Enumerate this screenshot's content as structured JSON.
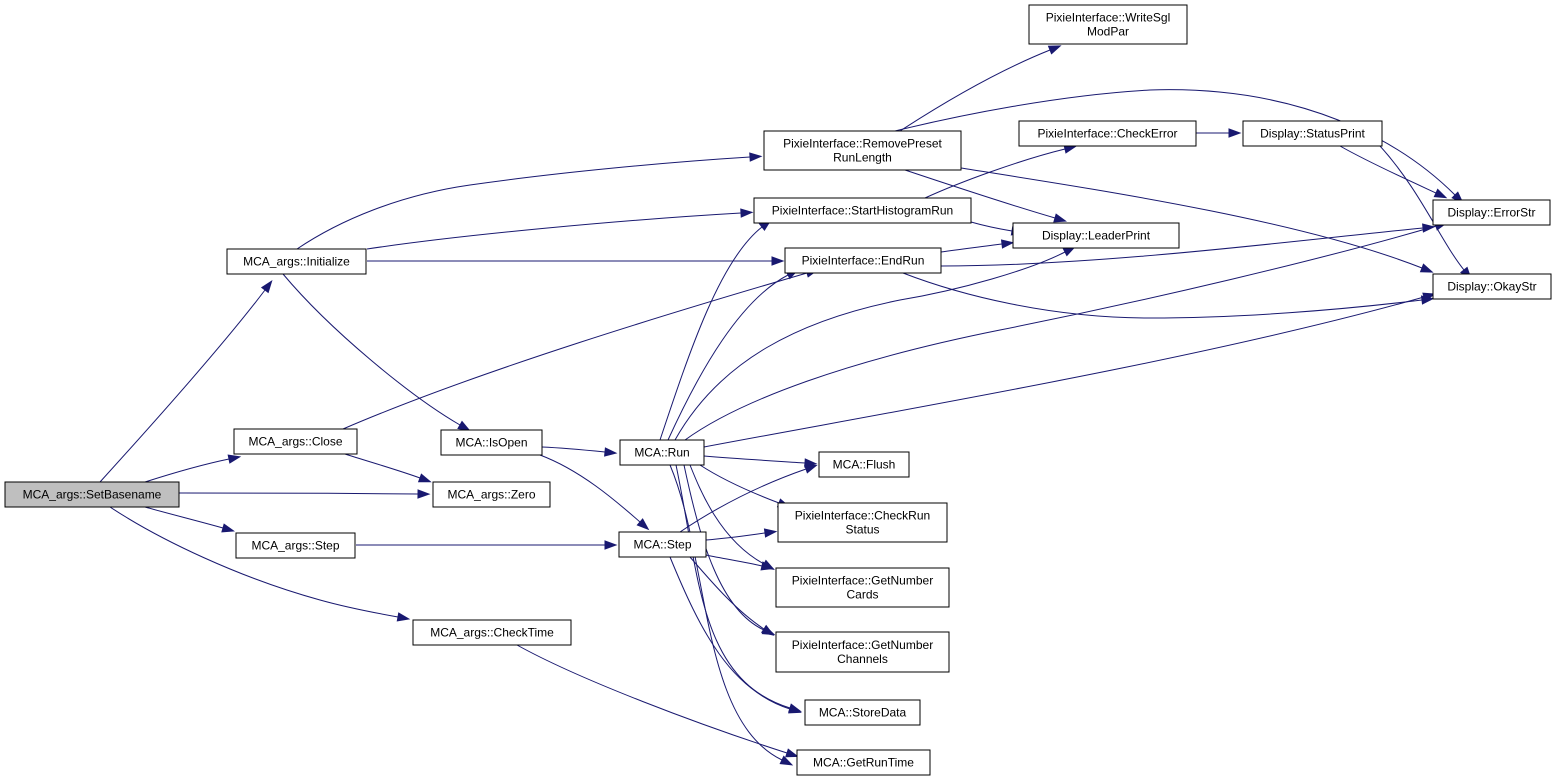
{
  "graph": {
    "nodes": [
      {
        "id": "setbasename",
        "lines": [
          "MCA_args::SetBasename"
        ],
        "root": true
      },
      {
        "id": "initialize",
        "lines": [
          "MCA_args::Initialize"
        ]
      },
      {
        "id": "close",
        "lines": [
          "MCA_args::Close"
        ]
      },
      {
        "id": "zero",
        "lines": [
          "MCA_args::Zero"
        ]
      },
      {
        "id": "args_step",
        "lines": [
          "MCA_args::Step"
        ]
      },
      {
        "id": "checktime",
        "lines": [
          "MCA_args::CheckTime"
        ]
      },
      {
        "id": "isopen",
        "lines": [
          "MCA::IsOpen"
        ]
      },
      {
        "id": "run",
        "lines": [
          "MCA::Run"
        ]
      },
      {
        "id": "mca_step",
        "lines": [
          "MCA::Step"
        ]
      },
      {
        "id": "writesgl",
        "lines": [
          "PixieInterface::WriteSgl",
          "ModPar"
        ]
      },
      {
        "id": "removepreset",
        "lines": [
          "PixieInterface::RemovePreset",
          "RunLength"
        ]
      },
      {
        "id": "starthist",
        "lines": [
          "PixieInterface::StartHistogramRun"
        ]
      },
      {
        "id": "endrun",
        "lines": [
          "PixieInterface::EndRun"
        ]
      },
      {
        "id": "checkerror",
        "lines": [
          "PixieInterface::CheckError"
        ]
      },
      {
        "id": "statusprint",
        "lines": [
          "Display::StatusPrint"
        ]
      },
      {
        "id": "leaderprint",
        "lines": [
          "Display::LeaderPrint"
        ]
      },
      {
        "id": "errorstr",
        "lines": [
          "Display::ErrorStr"
        ]
      },
      {
        "id": "okaystr",
        "lines": [
          "Display::OkayStr"
        ]
      },
      {
        "id": "flush",
        "lines": [
          "MCA::Flush"
        ]
      },
      {
        "id": "checkrunstatus",
        "lines": [
          "PixieInterface::CheckRun",
          "Status"
        ]
      },
      {
        "id": "getnumbercards",
        "lines": [
          "PixieInterface::GetNumber",
          "Cards"
        ]
      },
      {
        "id": "getnumberchannels",
        "lines": [
          "PixieInterface::GetNumber",
          "Channels"
        ]
      },
      {
        "id": "storedata",
        "lines": [
          "MCA::StoreData"
        ]
      },
      {
        "id": "getruntime",
        "lines": [
          "MCA::GetRunTime"
        ]
      }
    ],
    "edges": [
      {
        "from": "setbasename",
        "to": "initialize"
      },
      {
        "from": "setbasename",
        "to": "close"
      },
      {
        "from": "setbasename",
        "to": "zero"
      },
      {
        "from": "setbasename",
        "to": "args_step"
      },
      {
        "from": "setbasename",
        "to": "checktime"
      },
      {
        "from": "initialize",
        "to": "removepreset"
      },
      {
        "from": "initialize",
        "to": "starthist"
      },
      {
        "from": "initialize",
        "to": "endrun"
      },
      {
        "from": "initialize",
        "to": "isopen"
      },
      {
        "from": "close",
        "to": "endrun"
      },
      {
        "from": "close",
        "to": "zero"
      },
      {
        "from": "args_step",
        "to": "mca_step"
      },
      {
        "from": "checktime",
        "to": "getruntime"
      },
      {
        "from": "isopen",
        "to": "run"
      },
      {
        "from": "isopen",
        "to": "mca_step"
      },
      {
        "from": "removepreset",
        "to": "writesgl"
      },
      {
        "from": "removepreset",
        "to": "errorstr"
      },
      {
        "from": "removepreset",
        "to": "leaderprint"
      },
      {
        "from": "removepreset",
        "to": "okaystr"
      },
      {
        "from": "starthist",
        "to": "checkerror"
      },
      {
        "from": "starthist",
        "to": "leaderprint"
      },
      {
        "from": "endrun",
        "to": "leaderprint"
      },
      {
        "from": "endrun",
        "to": "errorstr"
      },
      {
        "from": "endrun",
        "to": "okaystr"
      },
      {
        "from": "checkerror",
        "to": "statusprint"
      },
      {
        "from": "statusprint",
        "to": "errorstr"
      },
      {
        "from": "statusprint",
        "to": "okaystr"
      },
      {
        "from": "run",
        "to": "starthist"
      },
      {
        "from": "run",
        "to": "endrun"
      },
      {
        "from": "run",
        "to": "leaderprint"
      },
      {
        "from": "run",
        "to": "errorstr"
      },
      {
        "from": "run",
        "to": "okaystr"
      },
      {
        "from": "run",
        "to": "flush"
      },
      {
        "from": "run",
        "to": "checkrunstatus"
      },
      {
        "from": "run",
        "to": "getnumbercards"
      },
      {
        "from": "run",
        "to": "getnumberchannels"
      },
      {
        "from": "run",
        "to": "storedata"
      },
      {
        "from": "run",
        "to": "getruntime"
      },
      {
        "from": "mca_step",
        "to": "flush"
      },
      {
        "from": "mca_step",
        "to": "checkrunstatus"
      },
      {
        "from": "mca_step",
        "to": "getnumbercards"
      },
      {
        "from": "mca_step",
        "to": "getnumberchannels"
      },
      {
        "from": "mca_step",
        "to": "storedata"
      }
    ]
  },
  "colors": {
    "edge": "#191970",
    "node_border": "#000000",
    "node_fill": "#ffffff",
    "root_fill": "#bfbfbf"
  }
}
